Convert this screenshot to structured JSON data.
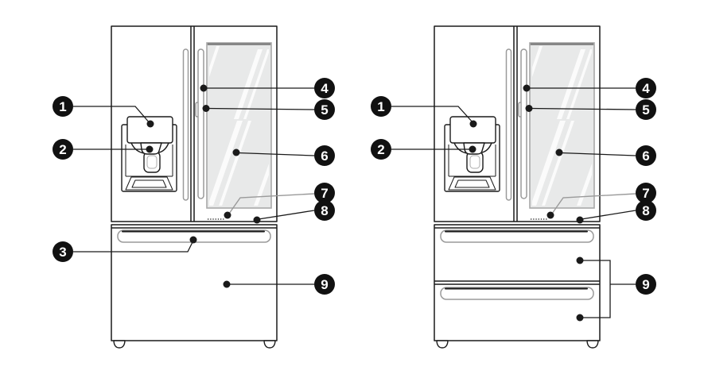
{
  "colors": {
    "background": "#ffffff",
    "line": "#1a1a1a",
    "gray_line": "#9a9a9a",
    "glass_fill": "#e8e9e9",
    "glass_border": "#a8a8a8",
    "callout_fill": "#111111",
    "callout_text": "#ffffff"
  },
  "callouts": {
    "1": "1",
    "2": "2",
    "3": "3",
    "4": "4",
    "5": "5",
    "6": "6",
    "7": "7",
    "8": "8",
    "9": "9"
  },
  "diagrams": {
    "left": {
      "id": "french-door-refrigerator-single-freezer-drawer",
      "callout_numbers": [
        "1",
        "2",
        "3",
        "4",
        "5",
        "6",
        "7",
        "8",
        "9"
      ]
    },
    "right": {
      "id": "french-door-refrigerator-double-freezer-drawer",
      "callout_numbers": [
        "1",
        "2",
        "4",
        "5",
        "6",
        "7",
        "8",
        "9"
      ]
    }
  }
}
